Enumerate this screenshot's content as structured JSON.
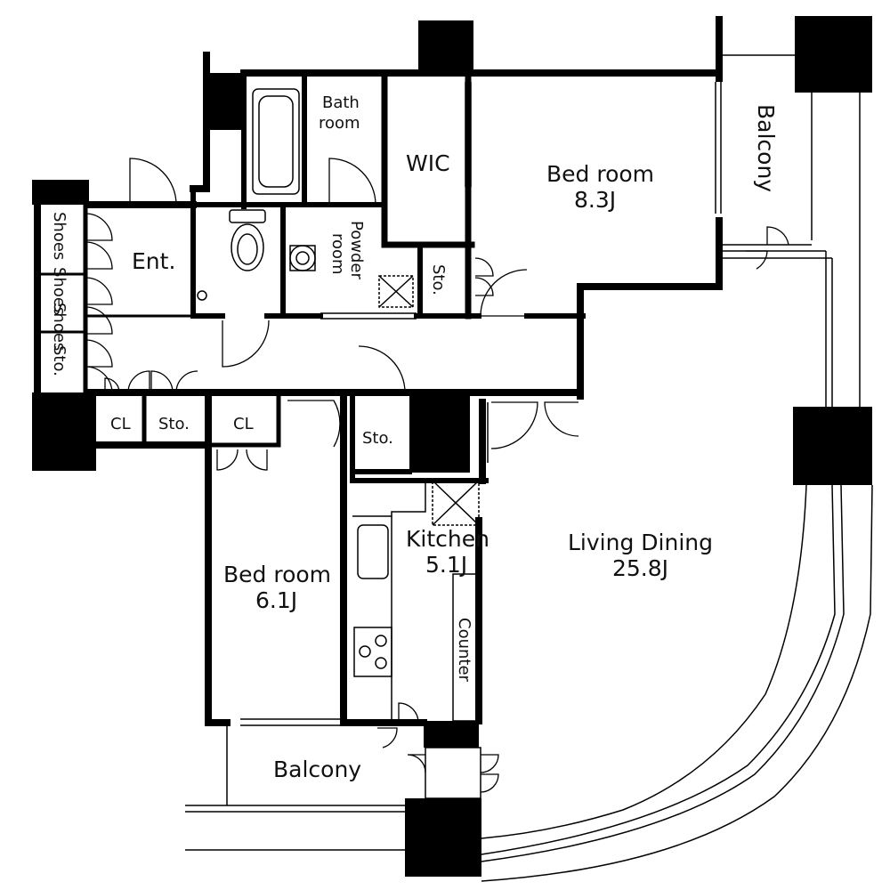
{
  "floor_plan": {
    "rooms": {
      "balcony_east": "Balcony",
      "balcony_south": "Balcony",
      "bathroom_line1": "Bath",
      "bathroom_line2": "room",
      "wic": "WIC",
      "master_bedroom_name": "Bed room",
      "master_bedroom_size": "8.3J",
      "entrance": "Ent.",
      "shoes_1": "Shoes",
      "shoes_2": "Shoes",
      "shoes_3": "Shoes",
      "storage_entrance": "Sto.",
      "powder_line1": "Powder",
      "powder_line2": "room",
      "storage_master": "Sto.",
      "closet_1": "CL",
      "storage_hall": "Sto.",
      "closet_2": "CL",
      "storage_kitchen": "Sto.",
      "kitchen_name": "Kitchen",
      "kitchen_size": "5.1J",
      "living_name": "Living Dining",
      "living_size": "25.8J",
      "bedroom2_name": "Bed room",
      "bedroom2_size": "6.1J",
      "counter": "Counter"
    },
    "colors": {
      "wall": "#000000",
      "background": "#ffffff"
    }
  }
}
